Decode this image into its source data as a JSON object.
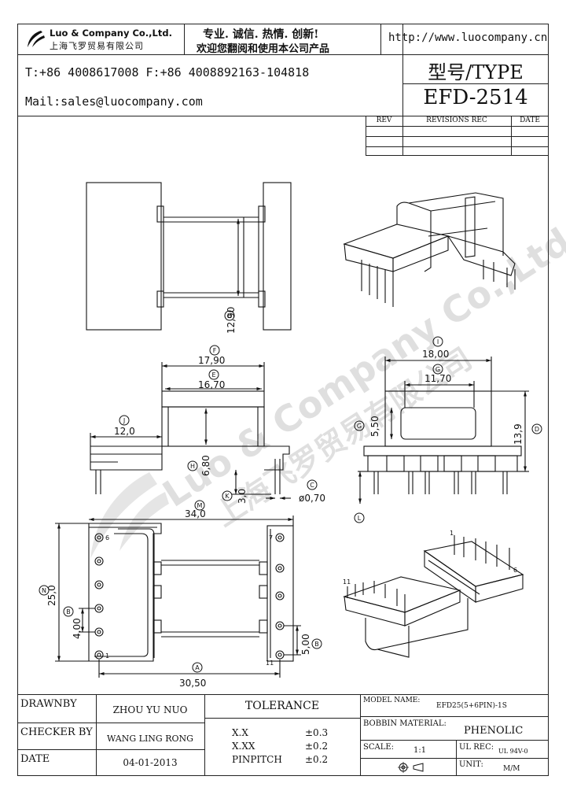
{
  "header": {
    "company_en": "Luo & Company Co.,Ltd.",
    "company_cn": "上海飞罗贸易有限公司",
    "slogan1": "专业. 诚信. 热情. 创新!",
    "slogan2": "欢迎您翻阅和使用本公司产品",
    "website": "http://www.luocompany.cn",
    "phone": "T:+86 4008617008 F:+86 4008892163-104818",
    "mail": "Mail:sales@luocompany.com",
    "type_label": "型号/TYPE",
    "model": "EFD-2514"
  },
  "revisions": {
    "rev": "REV",
    "rec": "REVISIONS REC",
    "date": "DATE"
  },
  "watermark": {
    "en": "Luo & Company Co.,Ltd.",
    "cn": "上海飞罗贸易有限公司"
  },
  "dims": {
    "h": "12,90",
    "f": "17,90",
    "e": "16,70",
    "j": "12,0",
    "hh": "6,80",
    "k": "3,0",
    "pin": "ø0,70",
    "i": "18,00",
    "g": "11,70",
    "g2": "5,50",
    "d": "13,9",
    "m": "34,0",
    "n": "25,0",
    "b": "4,00",
    "b2": "5,00",
    "a": "30,50",
    "pin6": "6",
    "pin1": "1",
    "pin7": "7",
    "pin11": "11"
  },
  "letters": {
    "H": "H",
    "F": "F",
    "E": "E",
    "J": "J",
    "K": "K",
    "C": "C",
    "I": "I",
    "G": "G",
    "D": "D",
    "L": "L",
    "M": "M",
    "N": "N",
    "B": "B",
    "A": "A"
  },
  "iso": {
    "p1": "1",
    "p6": "6",
    "p11": "11"
  },
  "footer": {
    "drawnby": "DRAWNBY",
    "drawnby_val": "ZHOU YU NUO",
    "checker": "CHECKER BY",
    "checker_val": "WANG LING RONG",
    "date": "DATE",
    "date_val": "04-01-2013",
    "tolerance": "TOLERANCE",
    "tol_xx": "X.X",
    "tol_xx_val": "±0.3",
    "tol_xxx": "X.XX",
    "tol_xxx_val": "±0.2",
    "tol_pin": "PINPITCH",
    "tol_pin_val": "±0.2",
    "model_name_label": "MODEL NAME:",
    "model_name": "EFD25(5+6PIN)-1S",
    "bobbin_label": "BOBBIN MATERIAL:",
    "bobbin": "PHENOLIC",
    "scale_label": "SCALE:",
    "scale": "1:1",
    "ul_label": "UL REC:",
    "ul": "UL 94V-0",
    "unit_label": "UNIT:",
    "unit": "M/M"
  }
}
